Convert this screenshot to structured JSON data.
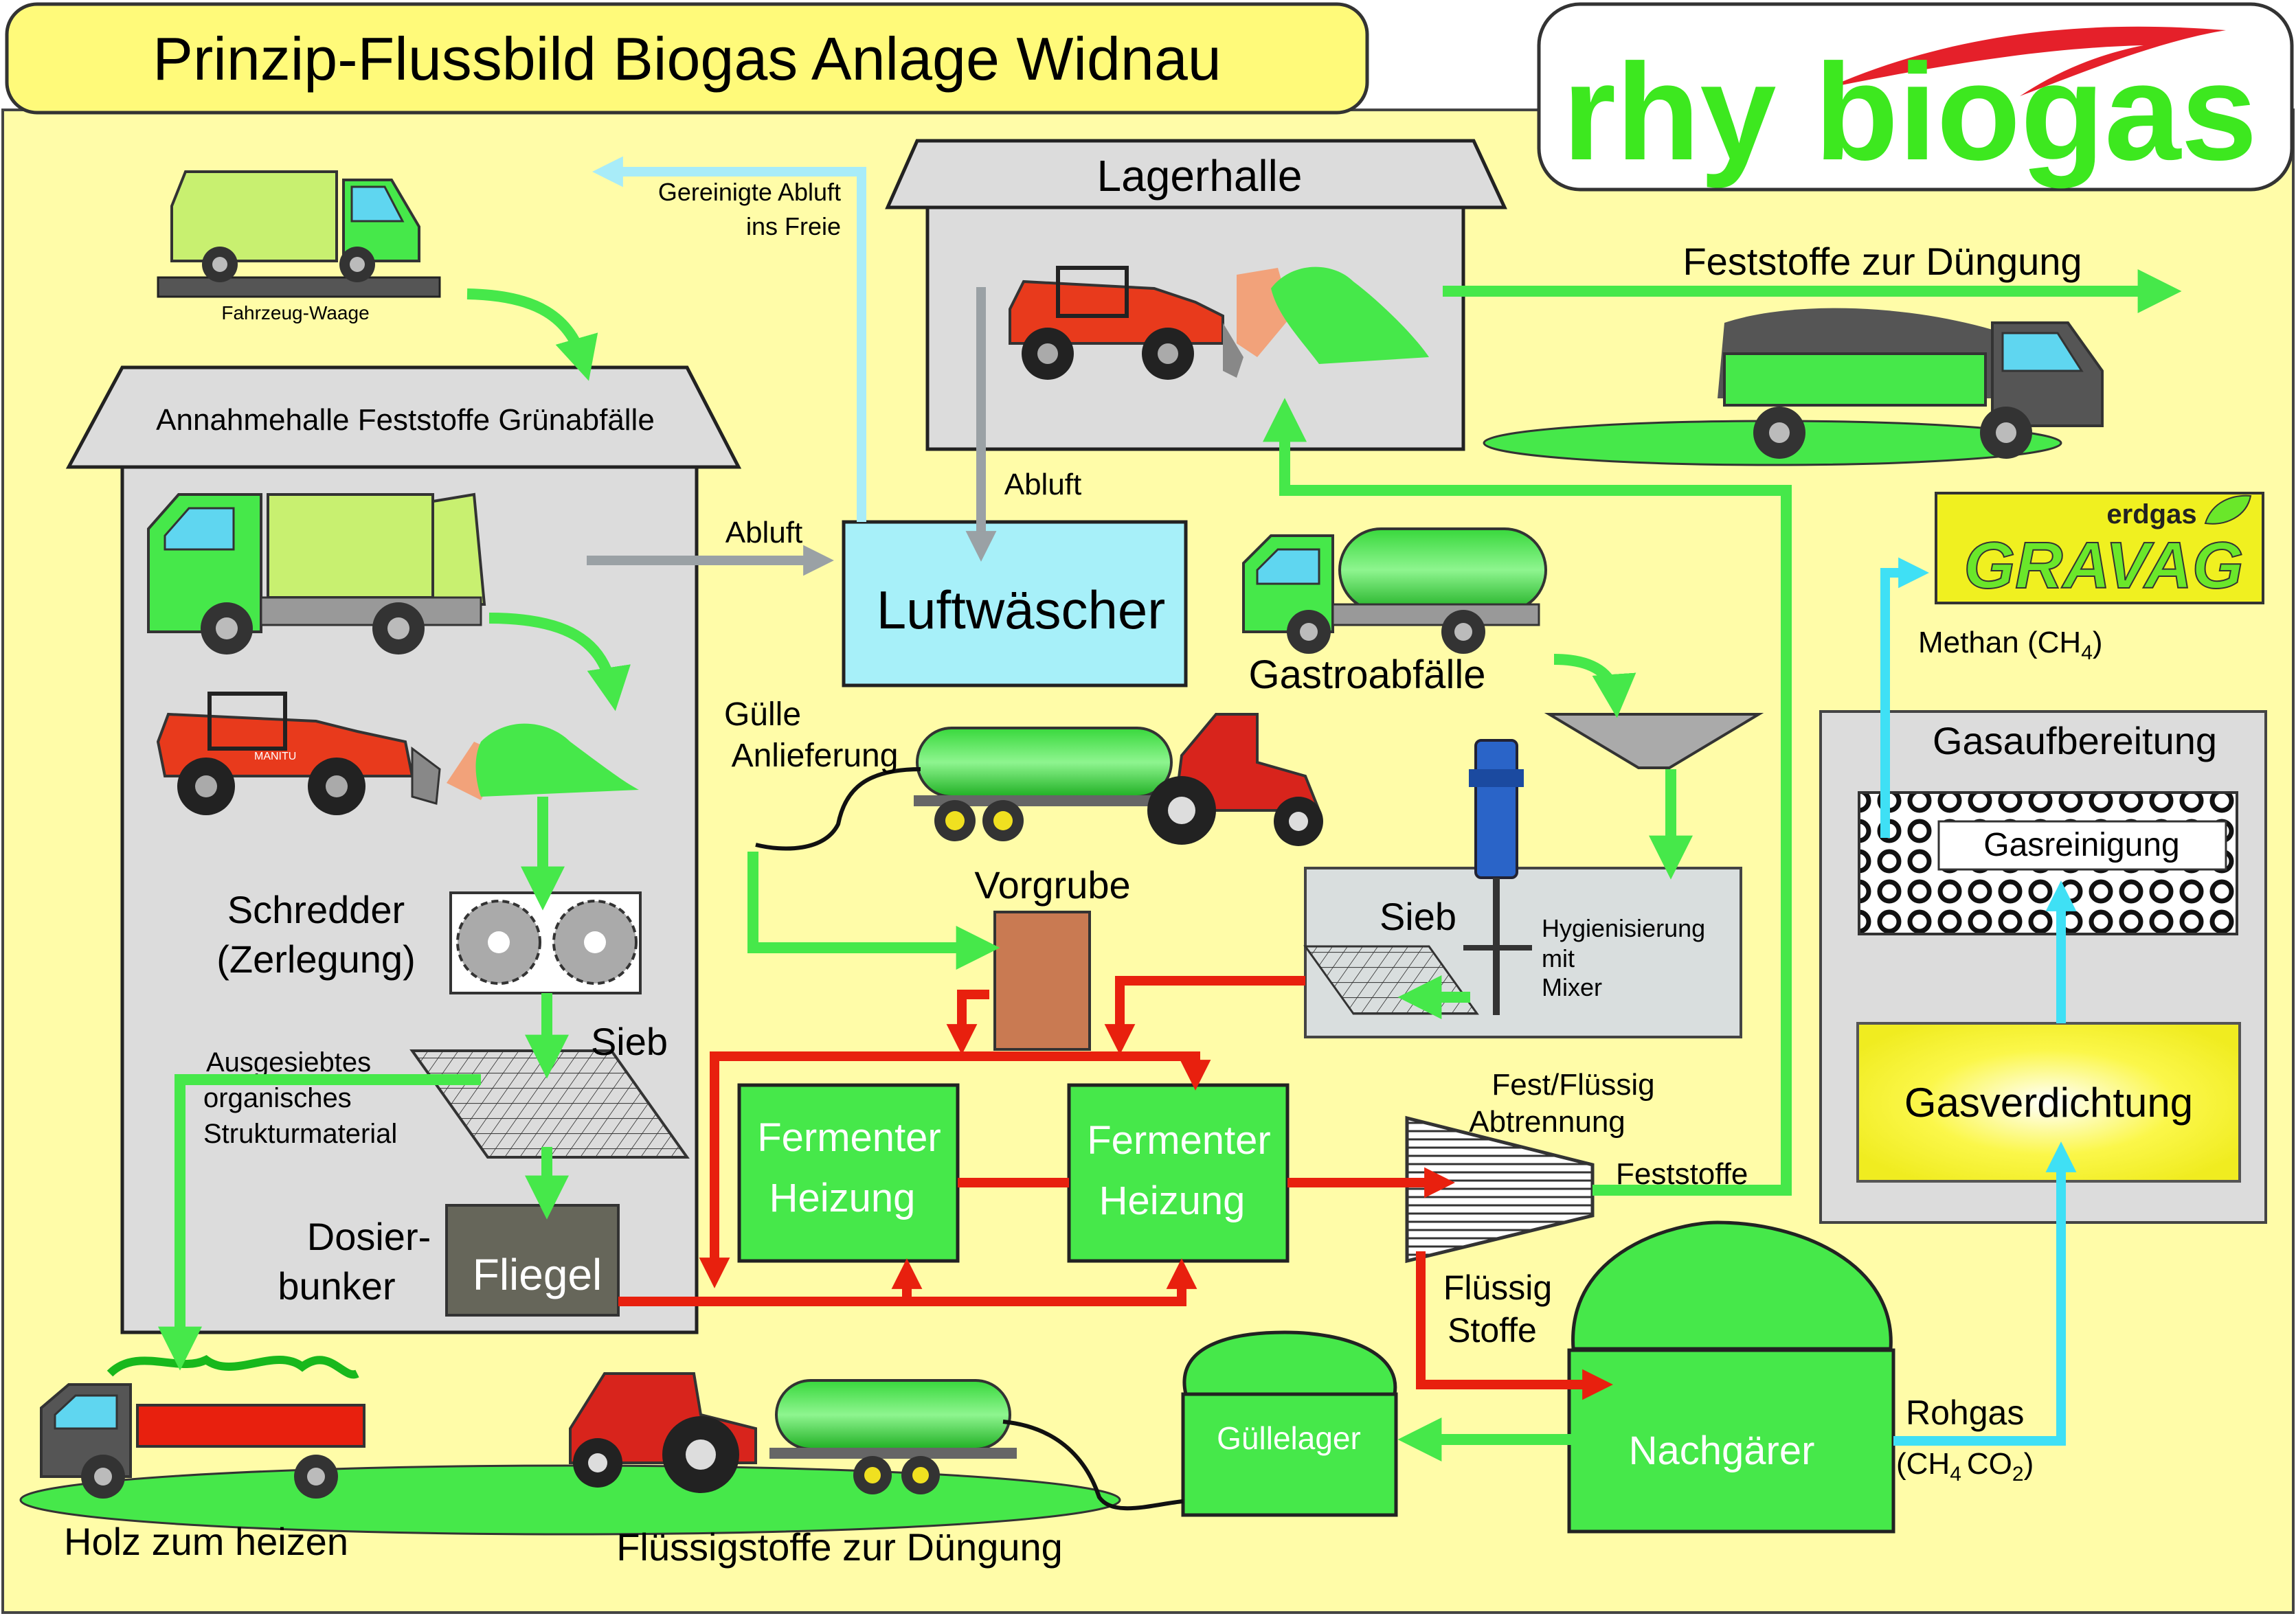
{
  "title": "Prinzip-Flussbild Biogas Anlage Widnau",
  "logo": {
    "text": "rhy biogas"
  },
  "labels": {
    "fahrzeug_waage": "Fahrzeug-Waage",
    "annahmehalle": "Annahmehalle Feststoffe Grünabfälle",
    "gereinigte_abluft_1": "Gereinigte Abluft",
    "gereinigte_abluft_2": "ins Freie",
    "lagerhalle": "Lagerhalle",
    "feststoffe_duengung": "Feststoffe zur Düngung",
    "abluft_left": "Abluft",
    "abluft_top": "Abluft",
    "luftwaescher": "Luftwäscher",
    "erdgas": "erdgas",
    "gravag": "GRAVAG",
    "methan": "Methan (CH",
    "methan_sub": "4",
    "methan_close": ")",
    "gastroabfaelle": "Gastroabfälle",
    "guelle_1": "Gülle",
    "guelle_2": "Anlieferung",
    "gasaufbereitung": "Gasaufbereitung",
    "gasreinigung": "Gasreinigung",
    "gasverdichtung": "Gasverdichtung",
    "vorgrube": "Vorgrube",
    "sieb_right": "Sieb",
    "hygien_1": "Hygienisierung",
    "hygien_2": "mit",
    "hygien_3": "Mixer",
    "schredder_1": "Schredder",
    "schredder_2": "(Zerlegung)",
    "sieb_left": "Sieb",
    "ausgesiebtes_1": "Ausgesiebtes",
    "ausgesiebtes_2": "organisches",
    "ausgesiebtes_3": "Strukturmaterial",
    "fermenter1_1": "Fermenter",
    "fermenter1_2": "Heizung",
    "fermenter2_1": "Fermenter",
    "fermenter2_2": "Heizung",
    "fest_fluessig_1": "Fest/Flüssig",
    "fest_fluessig_2": "Abtrennung",
    "feststoffe": "Feststoffe",
    "dosier_1": "Dosier-",
    "dosier_2": "bunker",
    "fliegel": "Fliegel",
    "fluessig_1": "Flüssig",
    "fluessig_2": "Stoffe",
    "rohgas": "Rohgas",
    "rohgas_sub_a": "(CH",
    "rohgas_sub_b": "4",
    "rohgas_sub_c": "CO",
    "rohgas_sub_d": "2",
    "rohgas_sub_e": ")",
    "guellelager": "Güllelager",
    "nachgaerer": "Nachgärer",
    "holz": "Holz zum heizen",
    "fluessigstoffe_duengung": "Flüssigstoffe zur Düngung",
    "manitu": "MANITU"
  },
  "colors": {
    "background": "#fffca8",
    "title_box": "#fffa7a",
    "hall": "#dcdcdc",
    "green": "#46e84a",
    "green_dark": "#18b81c",
    "red_flow": "#e8200e",
    "cyan_flow": "#3fe0f5",
    "light_cyan": "#a8ecf8",
    "grey_flow": "#9aa1a5",
    "luftwaescher": "#a7f0f9",
    "gravag_bg": "#f0f020",
    "gravag_text": "#6ae72a",
    "vorgrube": "#c97a52",
    "fliegel": "#66665a",
    "logo_text": "#3de81f",
    "logo_swoosh": "#e5202a"
  }
}
